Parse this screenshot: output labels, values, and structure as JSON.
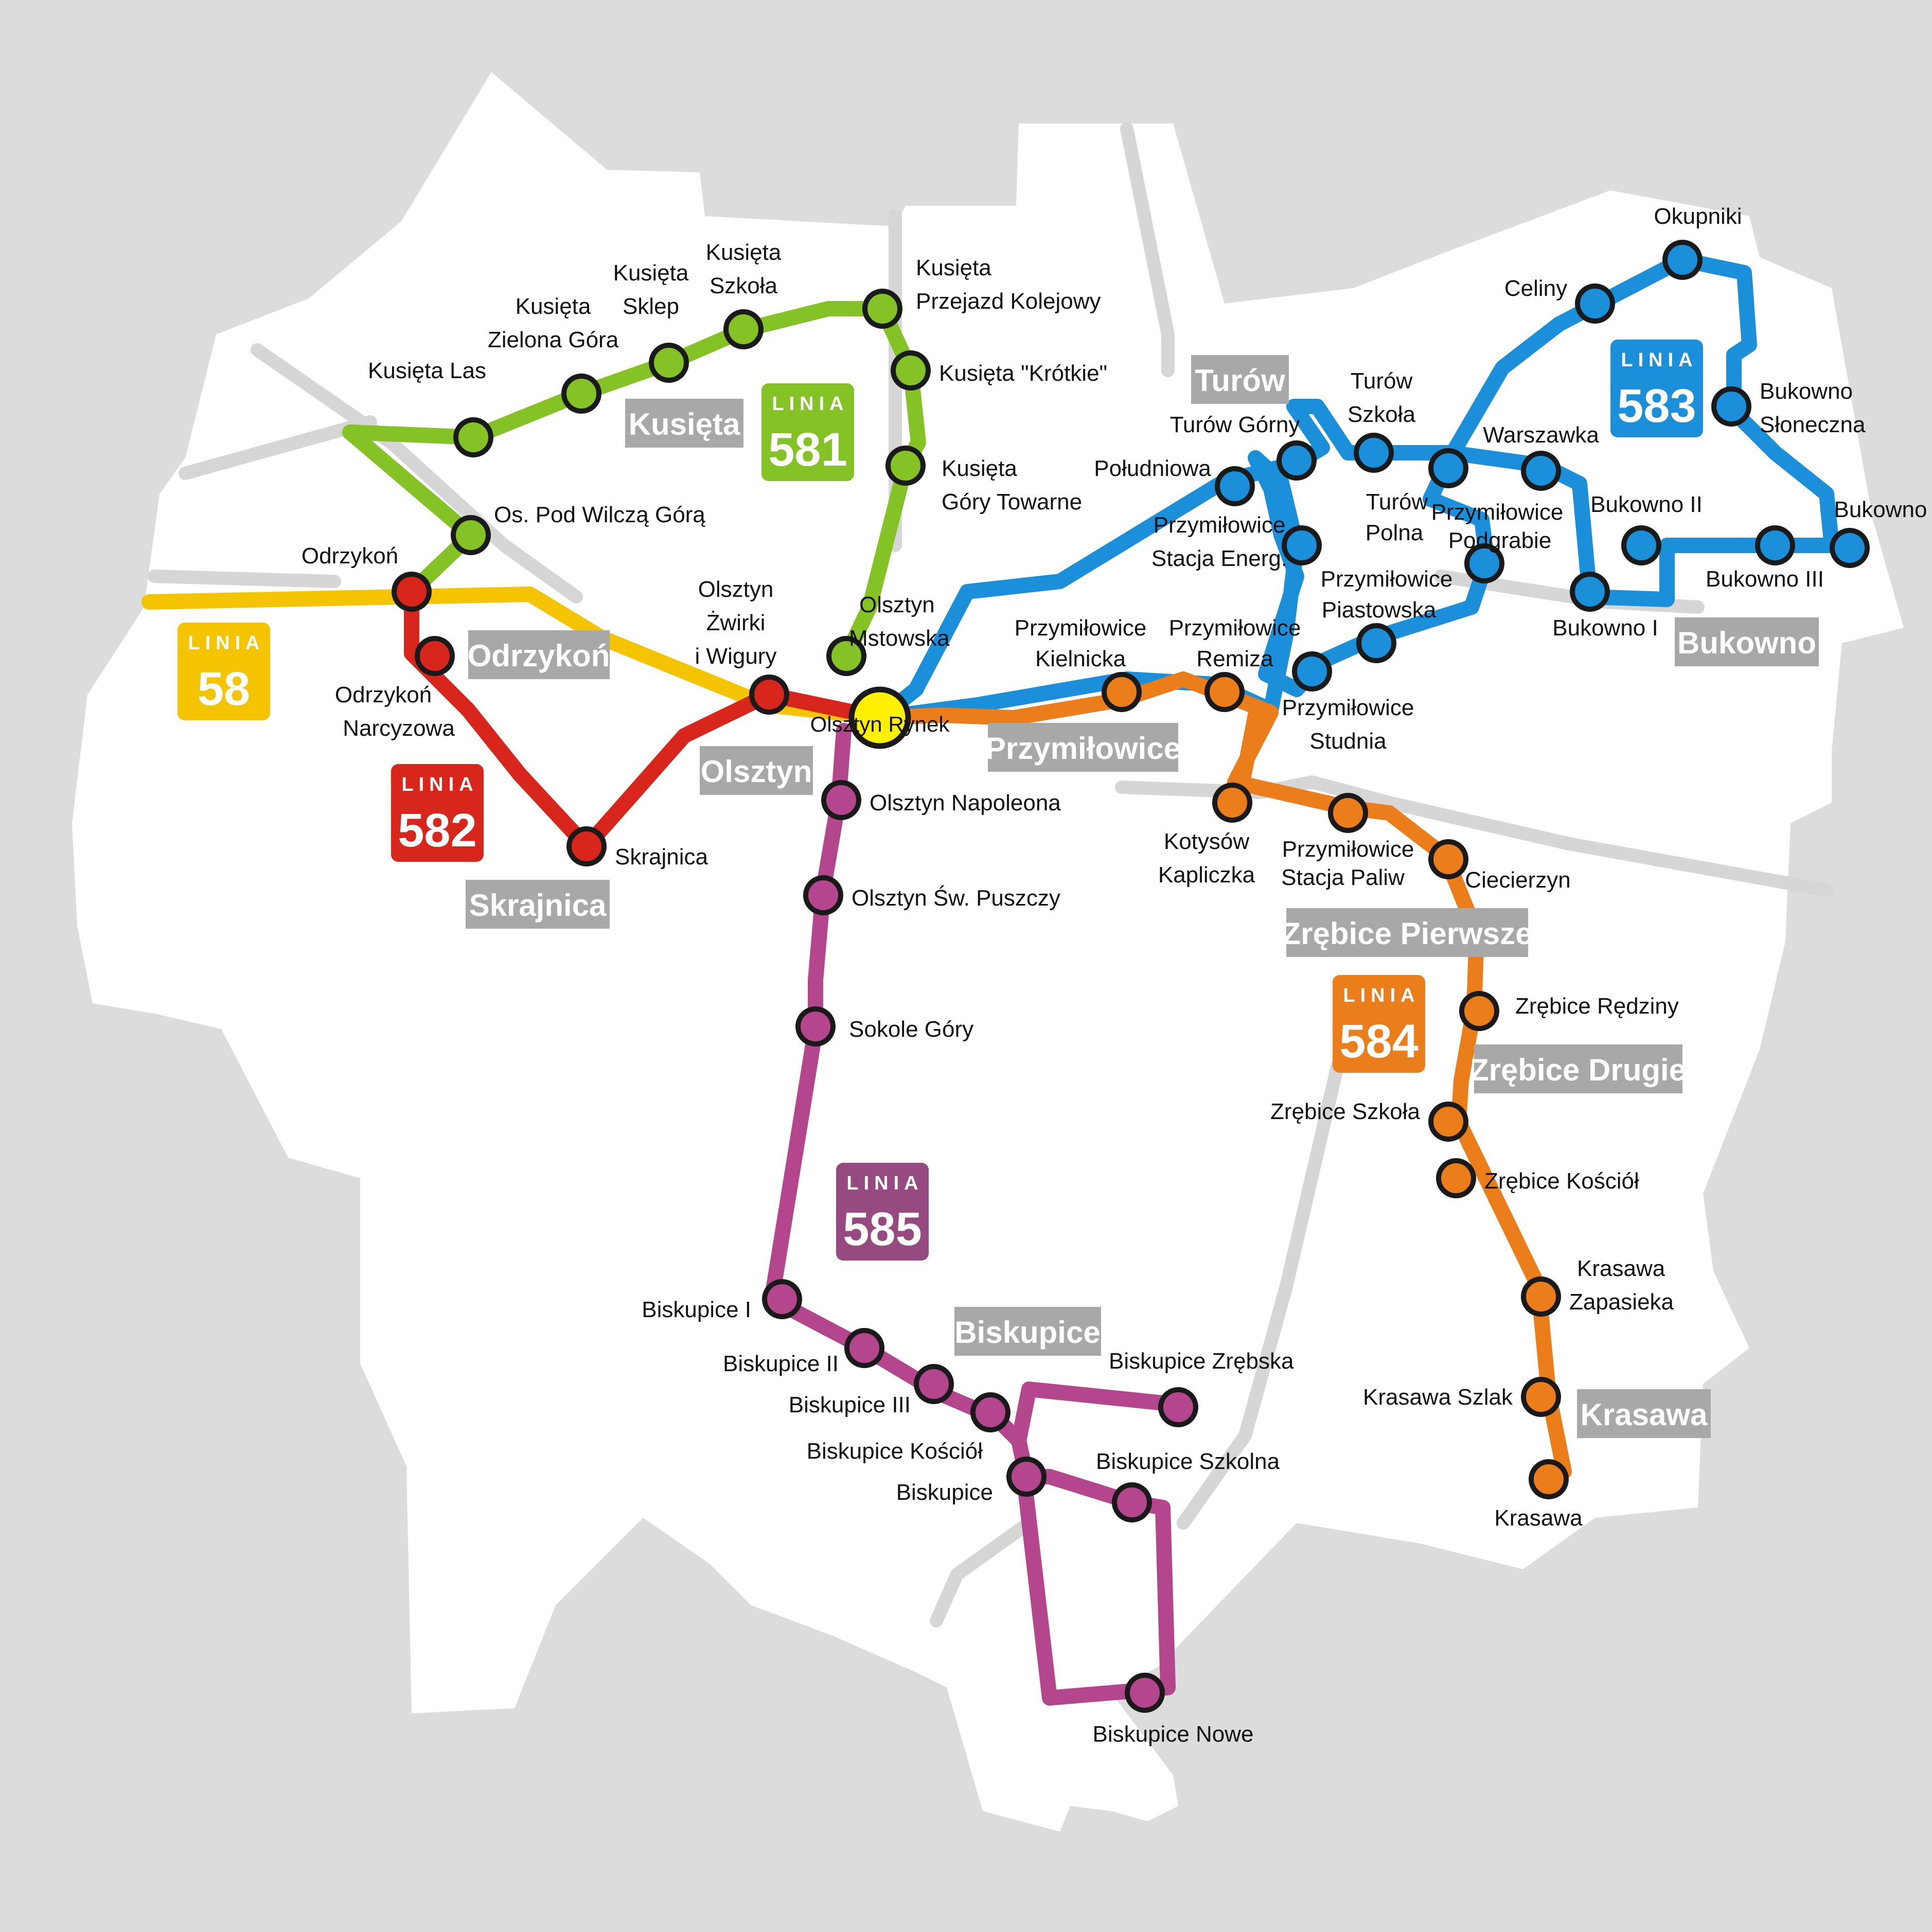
{
  "colors": {
    "background": "#dcdcdc",
    "land": "#ffffff",
    "roads": "#d6d6d6",
    "line_58": "#f5c400",
    "line_581": "#84c225",
    "line_582": "#d8261c",
    "line_583": "#1b8fd9",
    "line_584": "#ec7d1b",
    "line_585": "#b4468e",
    "line_585_badge": "#974a7f",
    "hub": "#ffef00",
    "village_label_bg": "#a8a8a8"
  },
  "lines": [
    {
      "id": "58",
      "linia": "LINIA",
      "number": "58",
      "color": "#f5c400"
    },
    {
      "id": "581",
      "linia": "LINIA",
      "number": "581",
      "color": "#84c225"
    },
    {
      "id": "582",
      "linia": "LINIA",
      "number": "582",
      "color": "#d8261c"
    },
    {
      "id": "583",
      "linia": "LINIA",
      "number": "583",
      "color": "#1b8fd9"
    },
    {
      "id": "584",
      "linia": "LINIA",
      "number": "584",
      "color": "#ec7d1b"
    },
    {
      "id": "585",
      "linia": "LINIA",
      "number": "585",
      "color": "#974a7f"
    }
  ],
  "villages": [
    "Kusięta",
    "Odrzykoń",
    "Olsztyn",
    "Skrajnica",
    "Turów",
    "Przymiłowice",
    "Bukowno",
    "Zrębice Pierwsze",
    "Zrębice Drugie",
    "Biskupice",
    "Krasawa"
  ],
  "hub": {
    "name": "Olsztyn Rynek"
  },
  "stops": {
    "line_581": [
      {
        "name": "Kusięta Las"
      },
      {
        "name": "Kusięta Zielona Góra",
        "lines": [
          "Kusięta",
          "Zielona Góra"
        ]
      },
      {
        "name": "Kusięta Sklep",
        "lines": [
          "Kusięta",
          "Sklep"
        ]
      },
      {
        "name": "Kusięta Szkoła",
        "lines": [
          "Kusięta",
          "Szkoła"
        ]
      },
      {
        "name": "Kusięta Przejazd Kolejowy",
        "lines": [
          "Kusięta",
          "Przejazd Kolejowy"
        ]
      },
      {
        "name": "Kusięta \"Krótkie\""
      },
      {
        "name": "Kusięta Góry Towarne",
        "lines": [
          "Kusięta",
          "Góry Towarne"
        ]
      },
      {
        "name": "Olsztyn Mstowska",
        "lines": [
          "Olsztyn",
          "Mstowska"
        ]
      },
      {
        "name": "Os. Pod Wilczą Górą"
      }
    ],
    "line_582": [
      {
        "name": "Odrzykoń"
      },
      {
        "name": "Odrzykoń Narcyzowa",
        "lines": [
          "Odrzykoń",
          "Narcyzowa"
        ]
      },
      {
        "name": "Skrajnica"
      },
      {
        "name": "Olsztyn Żwirki i Wigury",
        "lines": [
          "Olsztyn",
          "Żwirki",
          "i Wigury"
        ]
      }
    ],
    "line_583": [
      {
        "name": "Południowa"
      },
      {
        "name": "Turów Górny"
      },
      {
        "name": "Turów Szkoła",
        "lines": [
          "Turów",
          "Szkoła"
        ]
      },
      {
        "name": "Turów Polna",
        "lines": [
          "Turów",
          "Polna"
        ]
      },
      {
        "name": "Warszawka"
      },
      {
        "name": "Celiny"
      },
      {
        "name": "Okupniki"
      },
      {
        "name": "Bukowno Słoneczna",
        "lines": [
          "Bukowno",
          "Słoneczna"
        ]
      },
      {
        "name": "Bukowno"
      },
      {
        "name": "Bukowno II"
      },
      {
        "name": "Bukowno III"
      },
      {
        "name": "Bukowno I"
      },
      {
        "name": "Przymiłowice Podgrabie",
        "lines": [
          "Przymiłowice",
          "Podgrabie"
        ]
      },
      {
        "name": "Przymiłowice Piastowska",
        "lines": [
          "Przymiłowice",
          "Piastowska"
        ]
      },
      {
        "name": "Przymiłowice Stacja Energ.",
        "lines": [
          "Przymiłowice",
          "Stacja Energ."
        ]
      },
      {
        "name": "Przymiłowice Studnia",
        "lines": [
          "Przymiłowice",
          "Studnia"
        ]
      }
    ],
    "line_584": [
      {
        "name": "Przymiłowice Kielnicka",
        "lines": [
          "Przymiłowice",
          "Kielnicka"
        ]
      },
      {
        "name": "Przymiłowice Remiza",
        "lines": [
          "Przymiłowice",
          "Remiza"
        ]
      },
      {
        "name": "Kotysów Kapliczka",
        "lines": [
          "Kotysów",
          "Kapliczka"
        ]
      },
      {
        "name": "Przymiłowice Stacja Paliw",
        "lines": [
          "Przymiłowice",
          "Stacja Paliw"
        ]
      },
      {
        "name": "Ciecierzyn"
      },
      {
        "name": "Zrębice Rędziny"
      },
      {
        "name": "Zrębice Szkoła"
      },
      {
        "name": "Zrębice Kościół"
      },
      {
        "name": "Krasawa Zapasieka",
        "lines": [
          "Krasawa",
          "Zapasieka"
        ]
      },
      {
        "name": "Krasawa Szlak"
      },
      {
        "name": "Krasawa"
      }
    ],
    "line_585": [
      {
        "name": "Olsztyn Napoleona"
      },
      {
        "name": "Olsztyn Św. Puszczy"
      },
      {
        "name": "Sokole Góry"
      },
      {
        "name": "Biskupice I"
      },
      {
        "name": "Biskupice II"
      },
      {
        "name": "Biskupice III"
      },
      {
        "name": "Biskupice Kościół"
      },
      {
        "name": "Biskupice"
      },
      {
        "name": "Biskupice Zrębska"
      },
      {
        "name": "Biskupice Szkolna"
      },
      {
        "name": "Biskupice Nowe"
      }
    ]
  }
}
